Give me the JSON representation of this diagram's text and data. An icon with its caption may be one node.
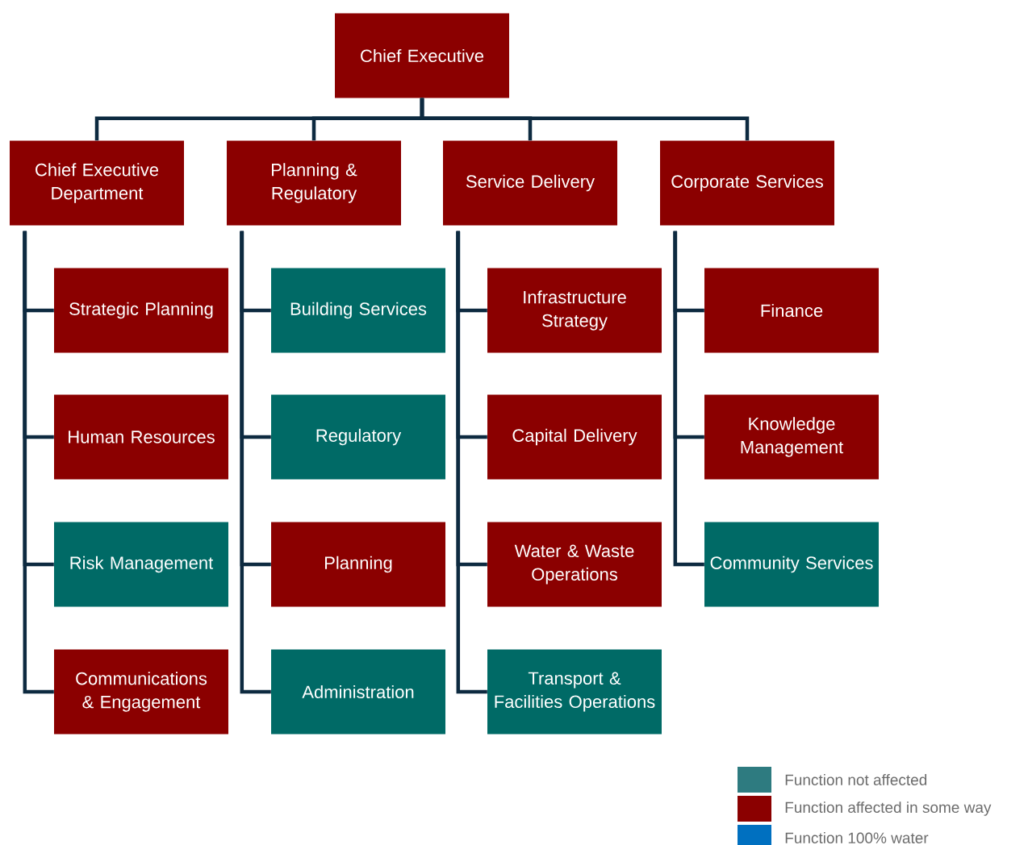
{
  "diagram": {
    "nodes": [
      {
        "text": [
          "Chief Executive"
        ]
      },
      {
        "text": [
          "Chief Executive Department"
        ]
      },
      {
        "text": [
          "Planning & Regulatory"
        ]
      },
      {
        "text": [
          "Service Delivery"
        ]
      },
      {
        "text": [
          "Corporate Services"
        ]
      },
      {
        "text": [
          "Strategic Planning"
        ]
      },
      {
        "text": [
          "Human Resources"
        ]
      },
      {
        "text": [
          "Risk Management"
        ]
      },
      {
        "text": [
          "Communications & Engagement"
        ]
      },
      {
        "text": [
          "Building Services"
        ]
      },
      {
        "text": [
          "Regulatory"
        ]
      },
      {
        "text": [
          "Planning"
        ]
      },
      {
        "text": [
          "Administration"
        ]
      },
      {
        "text": [
          "Infrastructure Strategy"
        ]
      },
      {
        "text": [
          "Capital Delivery"
        ]
      },
      {
        "text": [
          "Water & Waste Operations"
        ]
      },
      {
        "text": [
          "Transport & Facilities Operations"
        ]
      },
      {
        "text": [
          "Finance"
        ]
      },
      {
        "text": [
          "Knowledge Management"
        ]
      },
      {
        "text": [
          "Community Services"
        ]
      }
    ],
    "edges": [
      {
        "from": 0,
        "to": 1,
        "arrow": "none"
      },
      {
        "from": 0,
        "to": 2,
        "arrow": "none"
      },
      {
        "from": 0,
        "to": 3,
        "arrow": "none"
      },
      {
        "from": 0,
        "to": 4,
        "arrow": "none"
      },
      {
        "from": 1,
        "to": 5,
        "arrow": "none"
      },
      {
        "from": 1,
        "to": 6,
        "arrow": "none"
      },
      {
        "from": 1,
        "to": 7,
        "arrow": "none"
      },
      {
        "from": 1,
        "to": 8,
        "arrow": "none"
      },
      {
        "from": 2,
        "to": 9,
        "arrow": "none"
      },
      {
        "from": 2,
        "to": 10,
        "arrow": "none"
      },
      {
        "from": 2,
        "to": 11,
        "arrow": "none"
      },
      {
        "from": 2,
        "to": 12,
        "arrow": "none"
      },
      {
        "from": 3,
        "to": 13,
        "arrow": "none"
      },
      {
        "from": 3,
        "to": 14,
        "arrow": "none"
      },
      {
        "from": 3,
        "to": 15,
        "arrow": "none"
      },
      {
        "from": 3,
        "to": 16,
        "arrow": "none"
      },
      {
        "from": 4,
        "to": 17,
        "arrow": "none"
      },
      {
        "from": 4,
        "to": 18,
        "arrow": "none"
      },
      {
        "from": 4,
        "to": 19,
        "arrow": "none"
      }
    ],
    "legend": [
      {
        "text": "Function not affected",
        "color": "#2e7b80"
      },
      {
        "text": "Function affected in some way",
        "color": "#8b0000"
      },
      {
        "text": "Function 100% water",
        "color": "#0070c0"
      }
    ]
  }
}
